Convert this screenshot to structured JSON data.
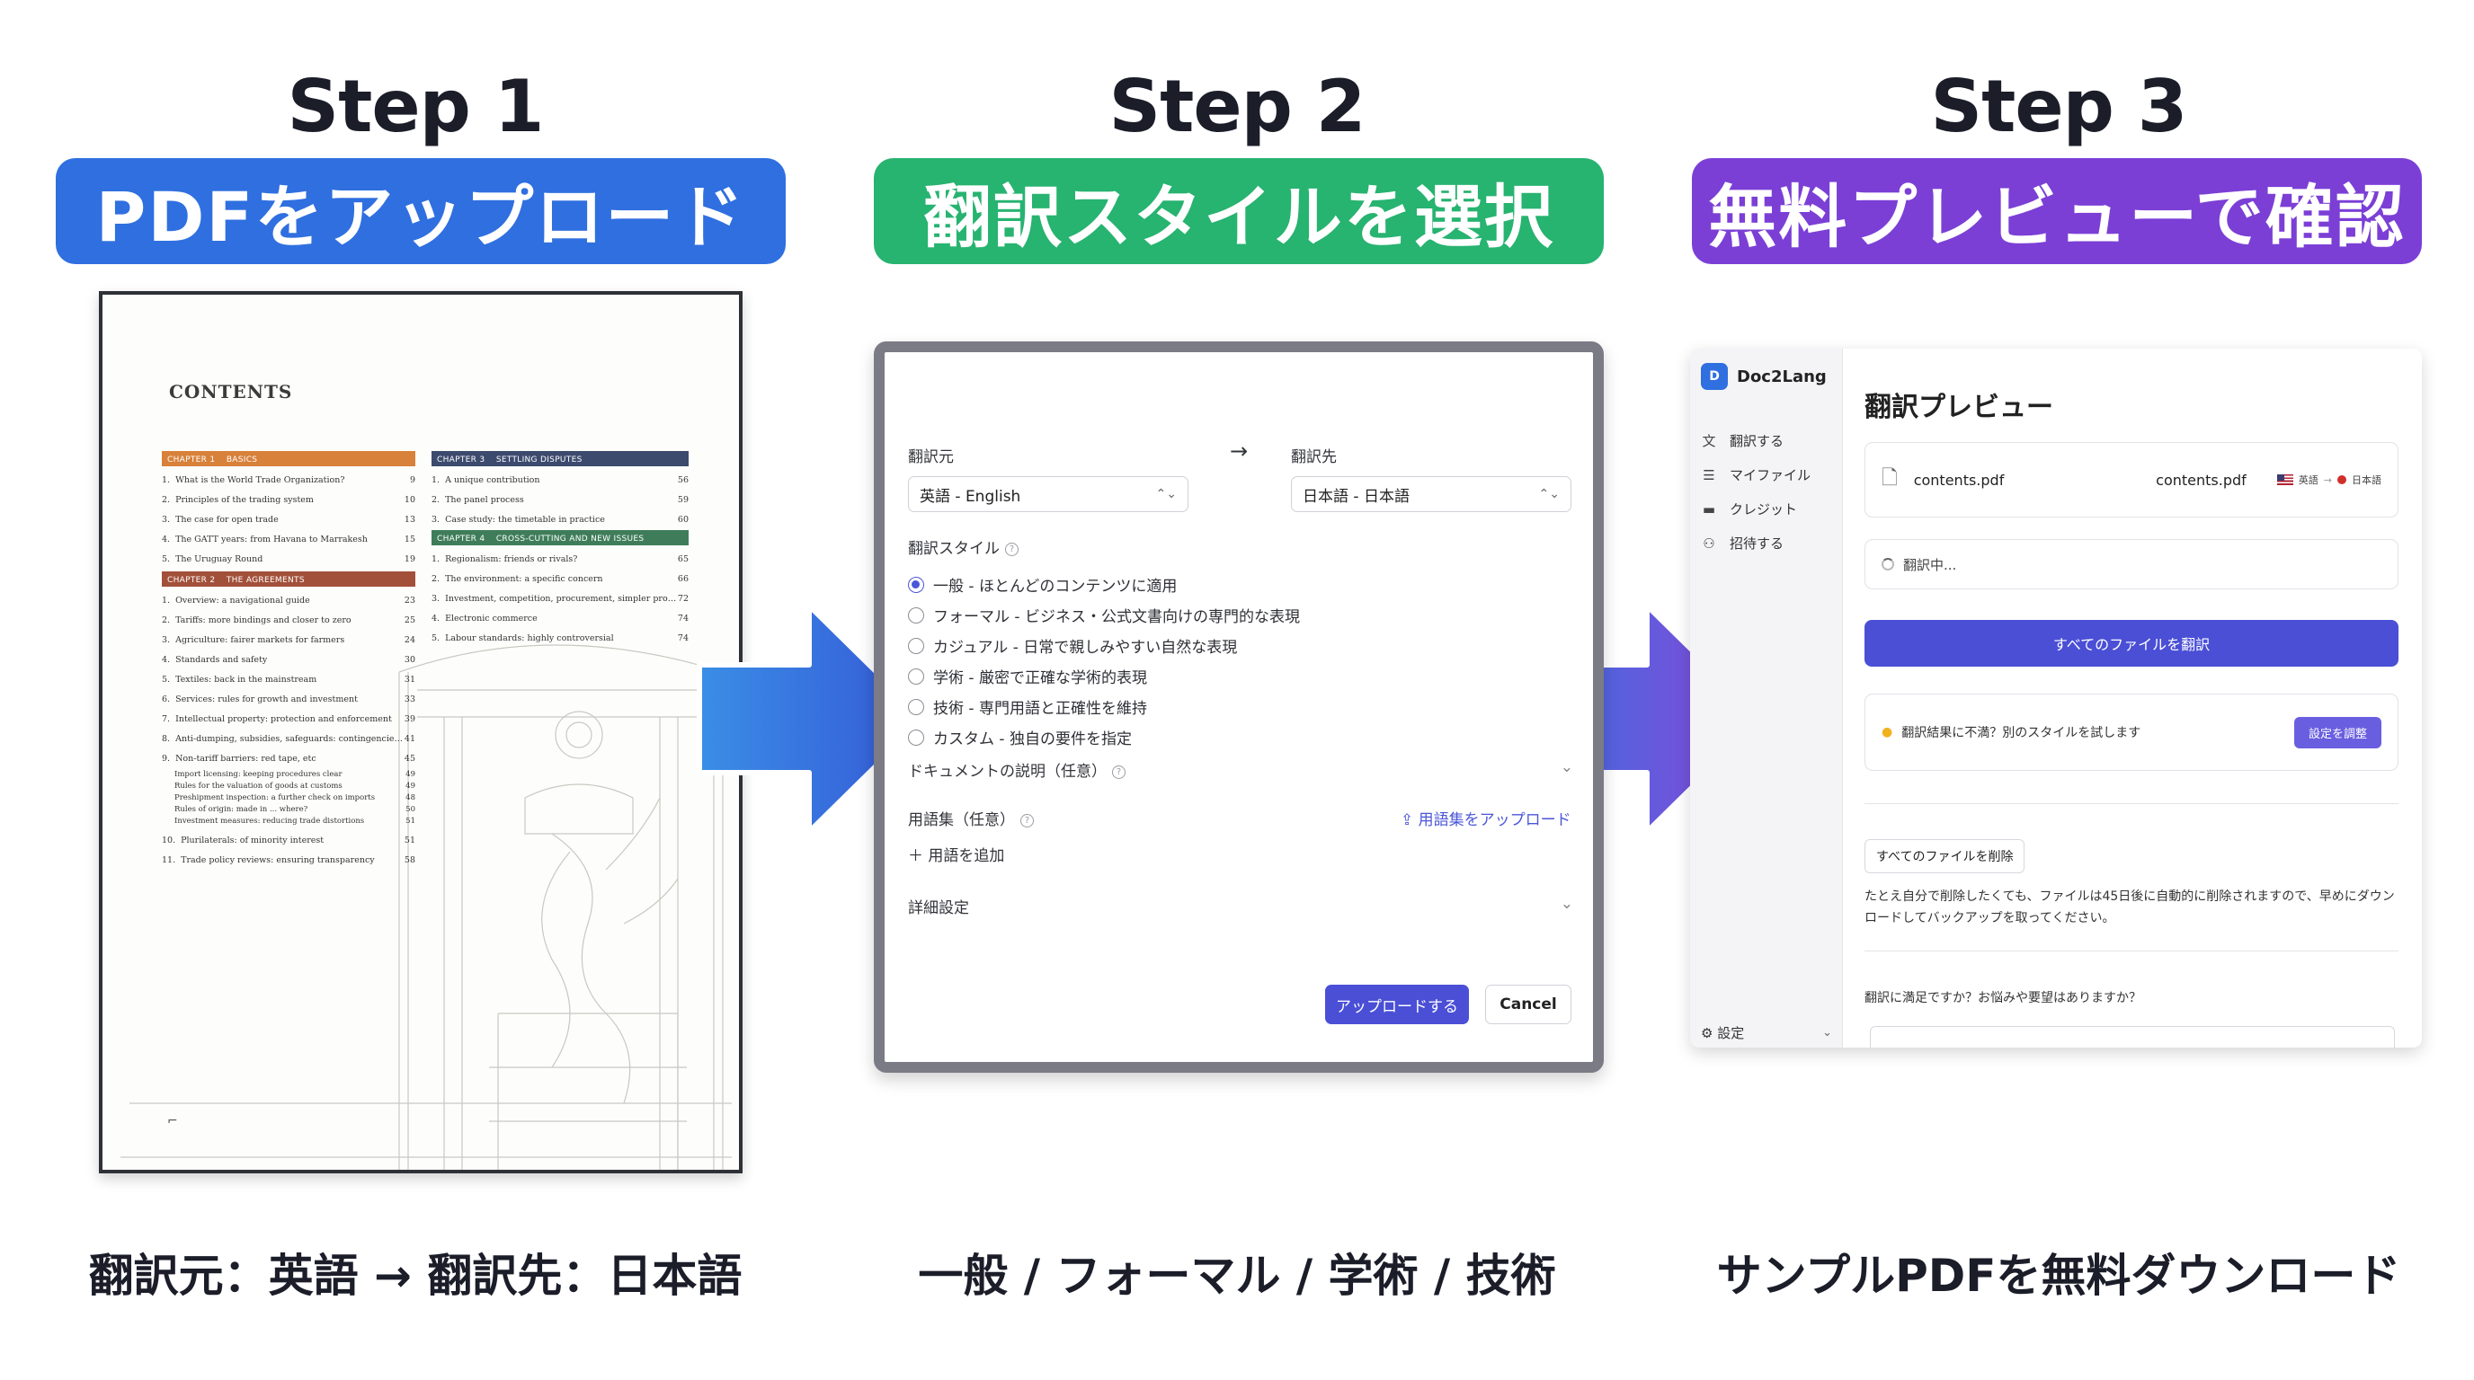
{
  "steps": [
    {
      "title": "Step 1",
      "banner": "PDFをアップロード",
      "caption": "翻訳元：英語 → 翻訳先：日本語",
      "color": "#2f6fe0"
    },
    {
      "title": "Step 2",
      "banner": "翻訳スタイルを選択",
      "caption": "一般 / フォーマル / 学術 / 技術",
      "color": "#27b370"
    },
    {
      "title": "Step 3",
      "banner": "無料プレビューで確認",
      "caption": "サンプルPDFを無料ダウンロード",
      "color": "#7b3fd6"
    }
  ],
  "pdf": {
    "title": "CONTENTS",
    "left": {
      "chapter1": "CHAPTER 1 　BASICS",
      "chapter1_items": [
        [
          "1.",
          "What is the World Trade Organization?",
          "9"
        ],
        [
          "2.",
          "Principles of the trading system",
          "10"
        ],
        [
          "3.",
          "The case for open trade",
          "13"
        ],
        [
          "4.",
          "The GATT years: from Havana to Marrakesh",
          "15"
        ],
        [
          "5.",
          "The Uruguay Round",
          "19"
        ]
      ],
      "chapter2": "CHAPTER 2 　THE AGREEMENTS",
      "chapter2_items": [
        [
          "1.",
          "Overview: a navigational guide",
          "23"
        ],
        [
          "2.",
          "Tariffs: more bindings and closer to zero",
          "25"
        ],
        [
          "3.",
          "Agriculture: fairer markets for farmers",
          "24"
        ],
        [
          "4.",
          "Standards and safety",
          "30"
        ],
        [
          "5.",
          "Textiles: back in the mainstream",
          "31"
        ],
        [
          "6.",
          "Services: rules for growth and investment",
          "33"
        ],
        [
          "7.",
          "Intellectual property: protection and enforcement",
          "39"
        ],
        [
          "8.",
          "Anti-dumping, subsidies, safeguards: contingencies, etc",
          "41"
        ],
        [
          "9.",
          "Non-tariff barriers: red tape, etc",
          "45"
        ]
      ],
      "chapter2_sub": [
        [
          "Import licensing: keeping procedures clear",
          "49"
        ],
        [
          "Rules for the valuation of goods at customs",
          "49"
        ],
        [
          "Preshipment inspection: a further check on imports",
          "48"
        ],
        [
          "Rules of origin: made in ... where?",
          "50"
        ],
        [
          "Investment measures: reducing trade distortions",
          "51"
        ]
      ],
      "chapter2_tail": [
        [
          "10.",
          "Plurilaterals: of minority interest",
          "51"
        ],
        [
          "11.",
          "Trade policy reviews: ensuring transparency",
          "58"
        ]
      ]
    },
    "right": {
      "chapter3": "CHAPTER 3 　SETTLING DISPUTES",
      "chapter3_items": [
        [
          "1.",
          "A unique contribution",
          "56"
        ],
        [
          "2.",
          "The panel process",
          "59"
        ],
        [
          "3.",
          "Case study: the timetable in practice",
          "60"
        ]
      ],
      "chapter4": "CHAPTER 4 　CROSS-CUTTING AND NEW ISSUES",
      "chapter4_items": [
        [
          "1.",
          "Regionalism: friends or rivals?",
          "65"
        ],
        [
          "2.",
          "The environment: a specific concern",
          "66"
        ],
        [
          "3.",
          "Investment, competition, procurement, simpler procedures",
          "72"
        ],
        [
          "4.",
          "Electronic commerce",
          "74"
        ],
        [
          "5.",
          "Labour standards: highly controversial",
          "74"
        ]
      ]
    },
    "corner": "⌐"
  },
  "dialog": {
    "source_label": "翻訳元",
    "arrow": "→",
    "target_label": "翻訳先",
    "source_value": "英語 - English",
    "target_value": "日本語 - 日本語",
    "style_label": "翻訳スタイル",
    "styles": [
      "一般 - ほとんどのコンテンツに適用",
      "フォーマル - ビジネス・公式文書向けの専門的な表現",
      "カジュアル - 日常で親しみやすい自然な表現",
      "学術 - 厳密で正確な学術的表現",
      "技術 - 専門用語と正確性を維持",
      "カスタム - 独自の要件を指定"
    ],
    "selected_style": 0,
    "doc_field_label": "ドキュメントの説明（任意）",
    "glossary_label": "用語集（任意）",
    "glossary_upload": "用語集をアップロード",
    "add_term": "用語を追加",
    "advanced_label": "詳細設定",
    "upload_button": "アップロードする",
    "cancel_button": "Cancel"
  },
  "app": {
    "brand": "Doc2Lang",
    "brand_initial": "D",
    "nav": [
      {
        "icon": "translate-icon",
        "glyph": "文",
        "label": "翻訳する"
      },
      {
        "icon": "list-icon",
        "glyph": "☰",
        "label": "マイファイル"
      },
      {
        "icon": "card-icon",
        "glyph": "▬",
        "label": "クレジット"
      },
      {
        "icon": "user-add-icon",
        "glyph": "⚇",
        "label": "招待する"
      }
    ],
    "settings_label": "設定",
    "preview_title": "翻訳プレビュー",
    "file_name": "contents.pdf",
    "file_name_2": "contents.pdf",
    "source_lang": "英語",
    "target_lang": "日本語",
    "status": "翻訳中...",
    "translate_all": "すべてのファイルを翻訳",
    "tip": "翻訳結果に不満？別のスタイルを試します",
    "tip_button": "設定を調整",
    "delete_all": "すべてのファイルを削除",
    "notice": "たとえ自分で削除したくても、ファイルは45日後に自動的に削除されますので、早めにダウンロードしてバックアップを取ってください。",
    "question": "翻訳に満足ですか？お悩みや要望はありますか？"
  }
}
